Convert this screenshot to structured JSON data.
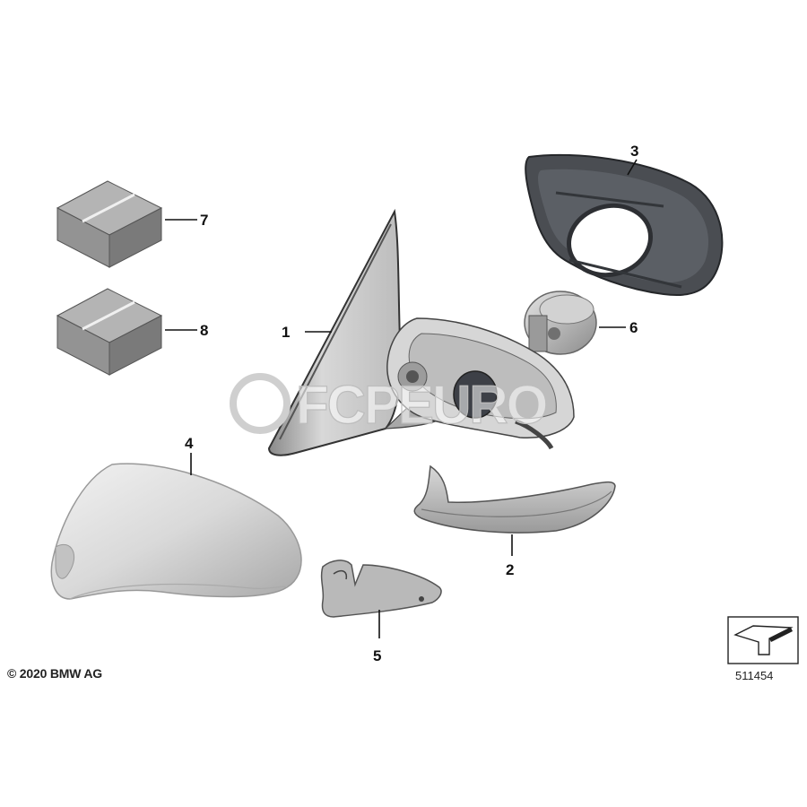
{
  "copyright": "© 2020 BMW AG",
  "reference_number": "511454",
  "watermark": "FCPEURO",
  "icon": "reference-arrow-icon",
  "colors": {
    "line": "#111111",
    "part_grey": "#cfcfcf",
    "frame_dark": "#3a3d42",
    "box_top": "#a9a9a9",
    "box_side": "#7f7f7f",
    "box_front": "#8f8f8f"
  },
  "callouts": [
    {
      "id": "1",
      "label": "1"
    },
    {
      "id": "2",
      "label": "2"
    },
    {
      "id": "3",
      "label": "3"
    },
    {
      "id": "4",
      "label": "4"
    },
    {
      "id": "5",
      "label": "5"
    },
    {
      "id": "6",
      "label": "6"
    },
    {
      "id": "7",
      "label": "7"
    },
    {
      "id": "8",
      "label": "8"
    }
  ]
}
